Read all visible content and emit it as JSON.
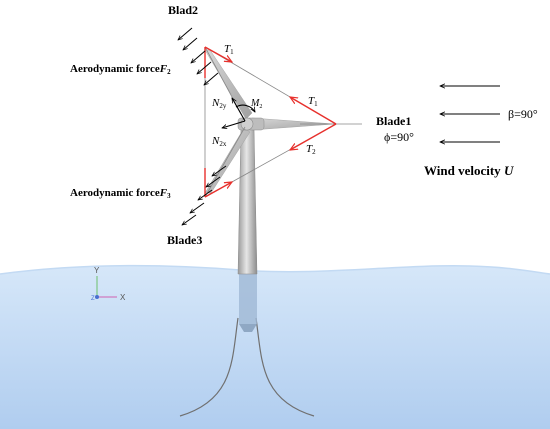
{
  "labels": {
    "blade2": "Blad2",
    "blade1": "Blade1",
    "blade3": "Blade3",
    "aero_force_top": "Aerodynamic force",
    "aero_force_top_sym": "F",
    "aero_force_top_sub": "2",
    "aero_force_bottom": "Aerodynamic force",
    "aero_force_bottom_sym": "F",
    "aero_force_bottom_sub": "3",
    "t1_top_sym": "T",
    "t1_top_sub": "1",
    "t1_right_sym": "T",
    "t1_right_sub": "1",
    "t2_sym": "T",
    "t2_sub": "2",
    "n2y_sym": "N",
    "n2y_sub": "2y",
    "n2x_sym": "N",
    "n2x_sub": "2x",
    "m2_sym": "M",
    "m2_sub": "2",
    "phi": "ϕ=90°",
    "beta": "β=90°",
    "wind_label": "Wind velocity ",
    "wind_sym": "U",
    "axis_y": "Y",
    "axis_x": "X",
    "axis_z": "Z"
  },
  "colors": {
    "tension": "#e8302c",
    "water_top": "#d4e6f8",
    "water_bottom": "#b2cff0",
    "structure": "#8a8a8a",
    "text": "#000000"
  }
}
